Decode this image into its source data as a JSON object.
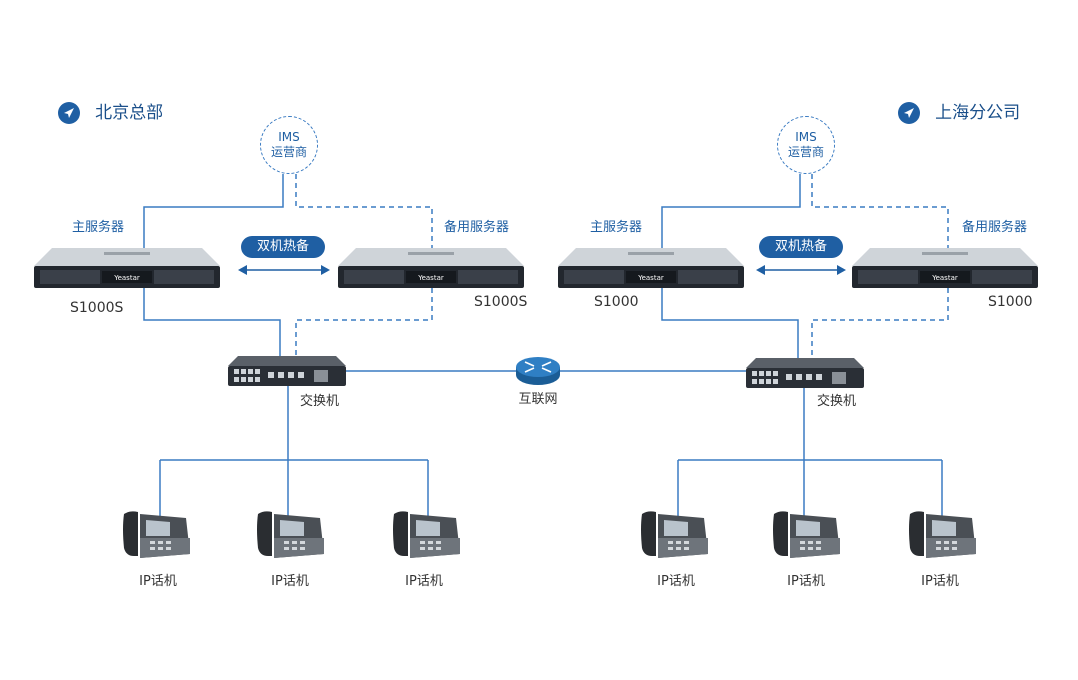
{
  "sites": [
    {
      "title": "北京总部",
      "ims": [
        "IMS",
        "运营商"
      ],
      "primary_label": "主服务器",
      "backup_label": "备用服务器",
      "hot_standby": "双机热备",
      "primary_model": "S1000S",
      "backup_model": "S1000S",
      "server_brand": "Yeastar",
      "switch_label": "交换机",
      "phones": [
        "IP话机",
        "IP话机",
        "IP话机"
      ]
    },
    {
      "title": "上海分公司",
      "ims": [
        "IMS",
        "运营商"
      ],
      "primary_label": "主服务器",
      "backup_label": "备用服务器",
      "hot_standby": "双机热备",
      "primary_model": "S1000",
      "backup_model": "S1000",
      "server_brand": "Yeastar",
      "switch_label": "交换机",
      "phones": [
        "IP话机",
        "IP话机",
        "IP话机"
      ]
    }
  ],
  "internet_label": "互联网",
  "colors": {
    "brand_blue": "#1f5fa3",
    "line_blue": "#3a7bc2",
    "server_dark": "#22272e"
  },
  "icons": {
    "site": "location-arrow-icon",
    "router": "router-icon",
    "switch": "switch-icon",
    "server": "rack-server-icon",
    "phone": "ip-phone-icon"
  }
}
